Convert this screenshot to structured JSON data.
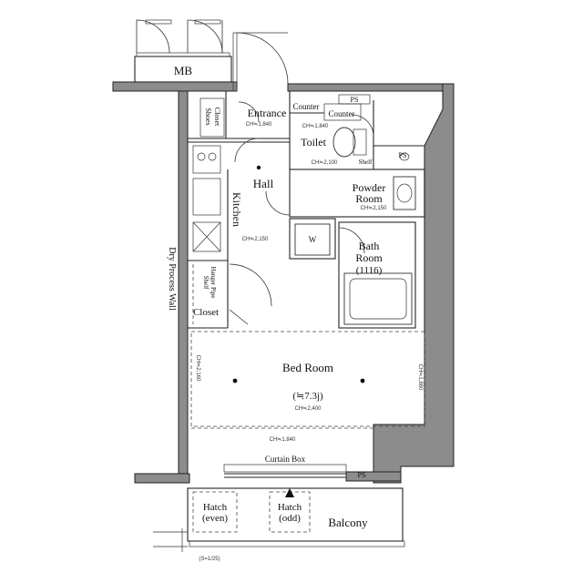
{
  "rooms": {
    "mb": "MB",
    "entrance": "Entrance",
    "entrance_ch": "CH≒1,840",
    "shoes_closet_1": "Shoes",
    "shoes_closet_2": "Closet",
    "counter_top": "Counter",
    "counter_2": "Counter",
    "ps_top": "PS",
    "ps_right": "PS",
    "ps_bottom": "PS",
    "toilet": "Toilet",
    "toilet_ch_top": "CH≒1,840",
    "toilet_ch": "CH≒2,100",
    "shelf": "Shelf",
    "hall": "Hall",
    "kitchen": "Kitchen",
    "kitchen_ch": "CH≒2,150",
    "powder_room_1": "Powder",
    "powder_room_2": "Room",
    "powder_ch": "CH≒2,150",
    "washer": "W",
    "bath_1": "Bath",
    "bath_2": "Room",
    "bath_3": "(1116)",
    "hanger_pipe_1": "Hanger Pipe",
    "hanger_pipe_2": "Shelf",
    "closet": "Closet",
    "dry_process_wall": "Dry Process Wall",
    "bed_room": "Bed Room",
    "bed_room_area": "(≒7.3j)",
    "bed_room_ch": "CH≒2,400",
    "ch_left": "CH≒2,160",
    "ch_right": "CH≒1,880",
    "ch_bottom": "CH≒1,840",
    "curtain_box": "Curtain Box",
    "hatch_even_1": "Hatch",
    "hatch_even_2": "(even)",
    "hatch_odd_1": "Hatch",
    "hatch_odd_2": "(odd)",
    "balcony": "Balcony",
    "bottom_note": "(S=1/25)"
  }
}
